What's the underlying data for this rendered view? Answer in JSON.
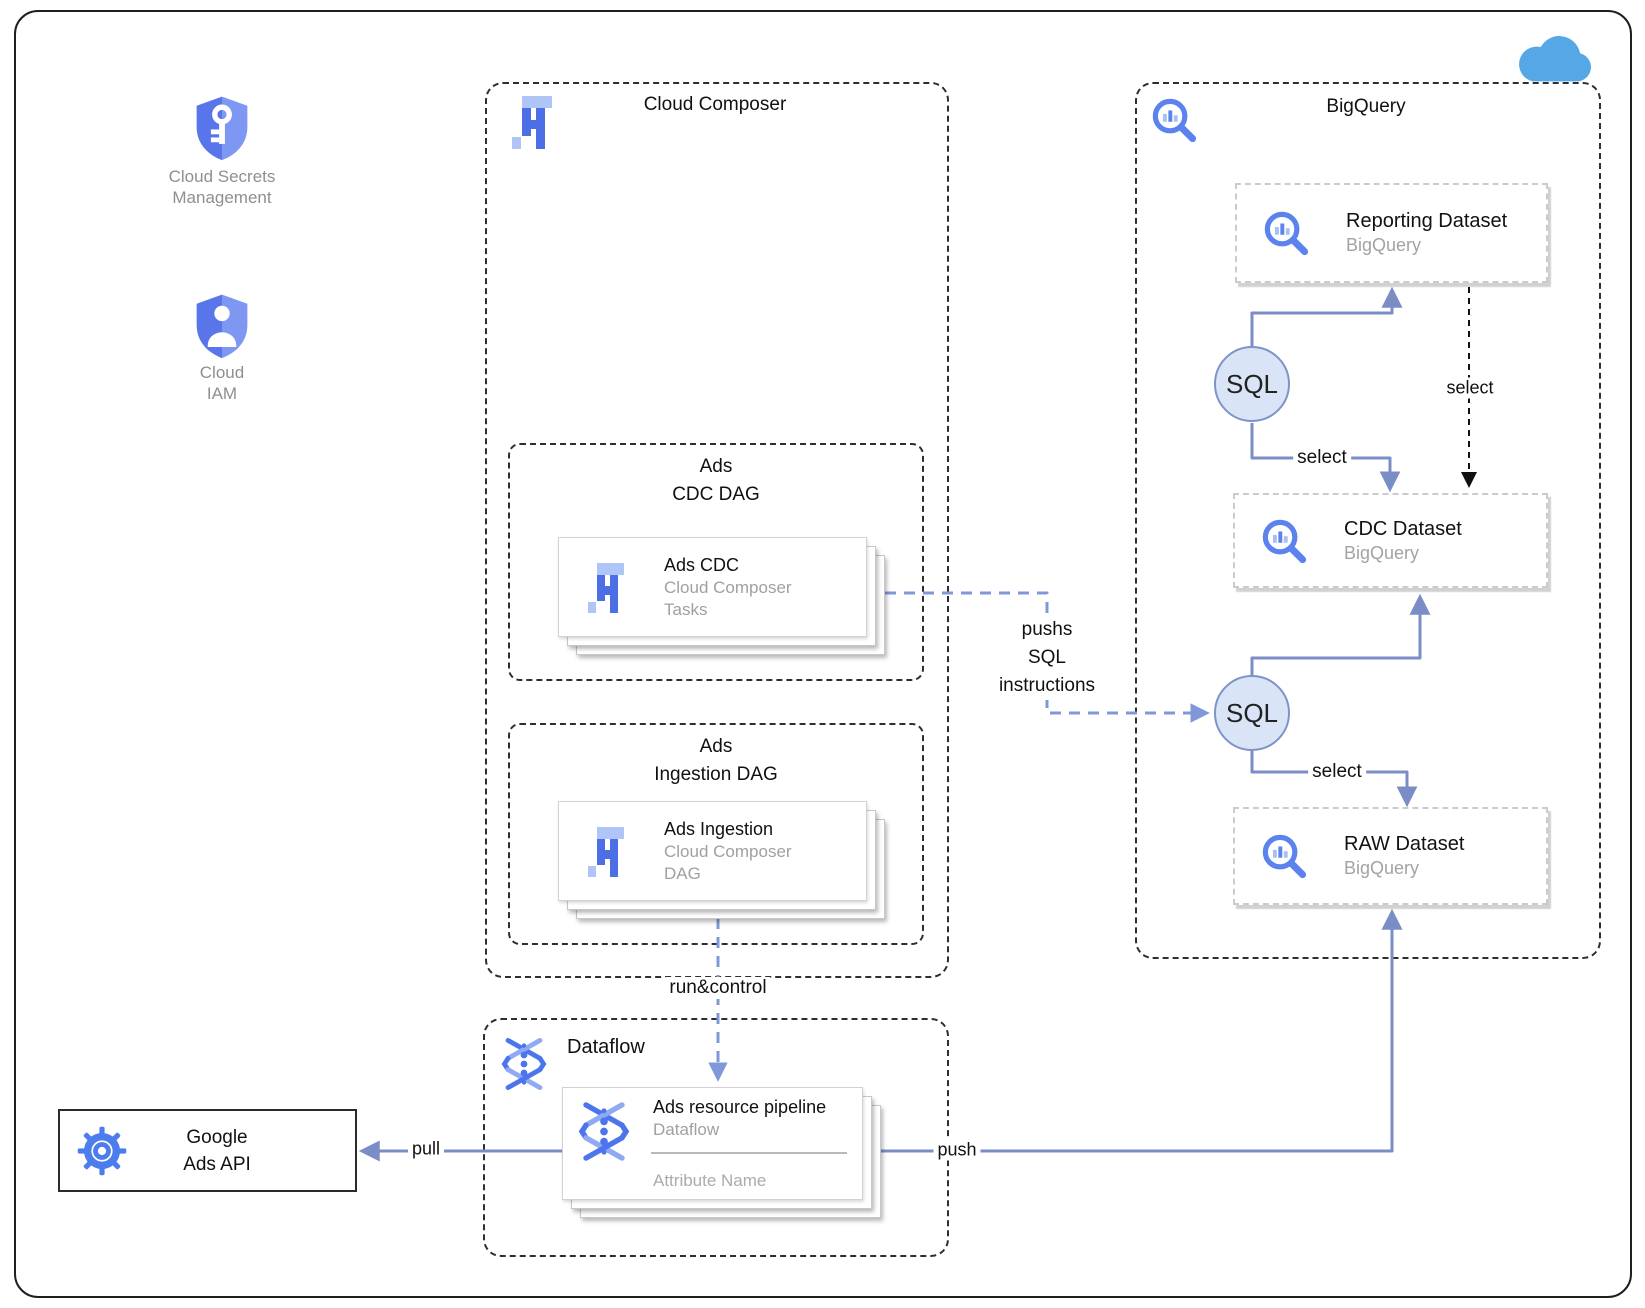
{
  "colors": {
    "logo_blue_dark": "#4C6FE5",
    "logo_blue_light": "#AFC5F7",
    "bigquery_blue": "#5C82EE",
    "bigquery_blue_light": "#A6C0F5",
    "dataflow_blue": "#4C74EC",
    "gear_blue": "#4D7CEC",
    "shield_blue_dark": "#5876EA",
    "shield_blue_light": "#7D97F2",
    "cloud_blue": "#55A7E5",
    "arrow_solid": "#7B8DC7",
    "arrow_dashed_blue": "#8098D8",
    "arrow_dashed_black": "#111111",
    "sql_fill": "#D9E4F7",
    "sql_stroke": "#7E94C8",
    "muted_text": "#a0a0a0"
  },
  "standalone": {
    "secrets": {
      "label1": "Cloud Secrets",
      "label2": "Management"
    },
    "iam": {
      "label1": "Cloud",
      "label2": "IAM"
    },
    "google_ads_api": {
      "label1": "Google",
      "label2": "Ads API"
    }
  },
  "composer": {
    "title": "Cloud Composer",
    "cdc_dag": {
      "title1": "Ads",
      "title2": "CDC DAG",
      "card": {
        "title": "Ads CDC",
        "sub1": "Cloud Composer",
        "sub2": "Tasks"
      }
    },
    "ingestion_dag": {
      "title1": "Ads",
      "title2": "Ingestion DAG",
      "card": {
        "title": "Ads Ingestion",
        "sub1": "Cloud Composer",
        "sub2": "DAG"
      }
    }
  },
  "bigquery": {
    "title": "BigQuery",
    "datasets": [
      {
        "title": "Reporting Dataset",
        "subtitle": "BigQuery"
      },
      {
        "title": "CDC Dataset",
        "subtitle": "BigQuery"
      },
      {
        "title": "RAW Dataset",
        "subtitle": "BigQuery"
      }
    ],
    "sql1": "SQL",
    "sql2": "SQL"
  },
  "dataflow": {
    "title": "Dataflow",
    "card": {
      "title": "Ads resource pipeline",
      "sub": "Dataflow",
      "attribute": "Attribute Name"
    }
  },
  "labels": {
    "select_reporting_cdc": "select",
    "select_sql1_cdc": "select",
    "select_sql2_raw": "select",
    "pushs1": "pushs",
    "pushs2": "SQL",
    "pushs3": "instructions",
    "run_control": "run&control",
    "pull": "pull",
    "push": "push"
  }
}
